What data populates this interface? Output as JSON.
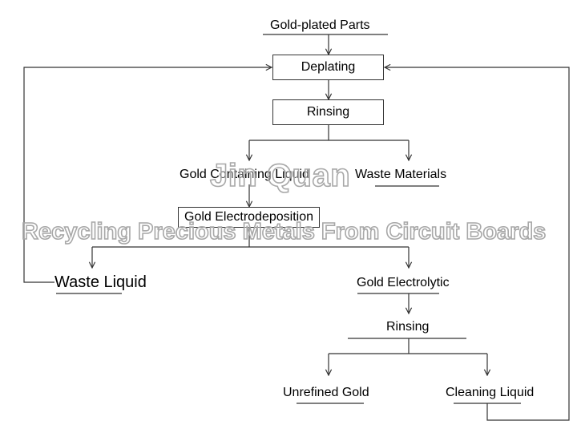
{
  "nodes": {
    "gold_plated_parts": "Gold-plated Parts",
    "deplating": "Deplating",
    "rinsing_1": "Rinsing",
    "gold_containing_liquid": "Gold Containing Liquid",
    "waste_materials": "Waste Materials",
    "gold_electrodeposition": "Gold Electrodeposition",
    "waste_liquid": "Waste Liquid",
    "gold_electrolytic": "Gold Electrolytic",
    "rinsing_2": "Rinsing",
    "unrefined_gold": "Unrefined Gold",
    "cleaning_liquid": "Cleaning Liquid"
  },
  "watermark": {
    "brand": "Jin Quan",
    "tagline": "Recycling Precious Metals From Circuit Boards"
  },
  "colors": {
    "line": "#333333",
    "watermark_stroke": "#a8a8a8"
  }
}
